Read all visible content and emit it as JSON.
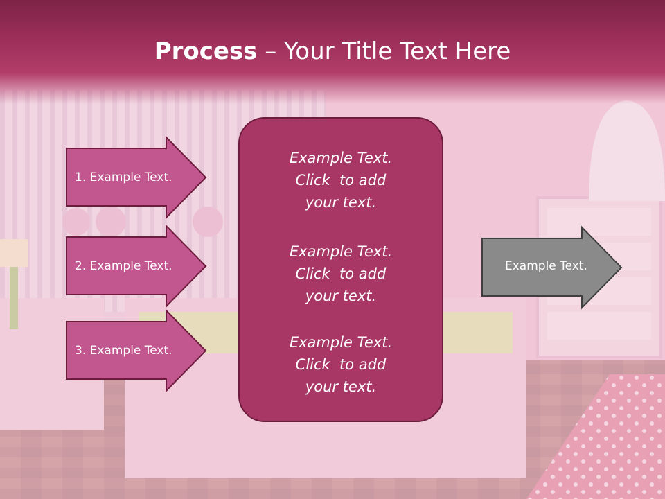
{
  "slide": {
    "title_bold": "Process",
    "title_rest": " – Your Title Text Here",
    "left_items": [
      "1. Example Text.",
      "2. Example Text.",
      "3. Example Text."
    ],
    "center_paragraphs": [
      [
        "Example Text.",
        "Click  to add",
        "your text."
      ],
      [
        "Example Text.",
        "Click  to add",
        "your text."
      ],
      [
        "Example Text.",
        "Click  to add",
        "your text."
      ]
    ],
    "right_item": "Example Text."
  },
  "colors": {
    "header": "#9a2e58",
    "left_arrow_fill": "#c2568f",
    "center_box_fill": "#a83766",
    "right_arrow_fill": "#8a8a8a",
    "outline": "#6e1c3d"
  }
}
